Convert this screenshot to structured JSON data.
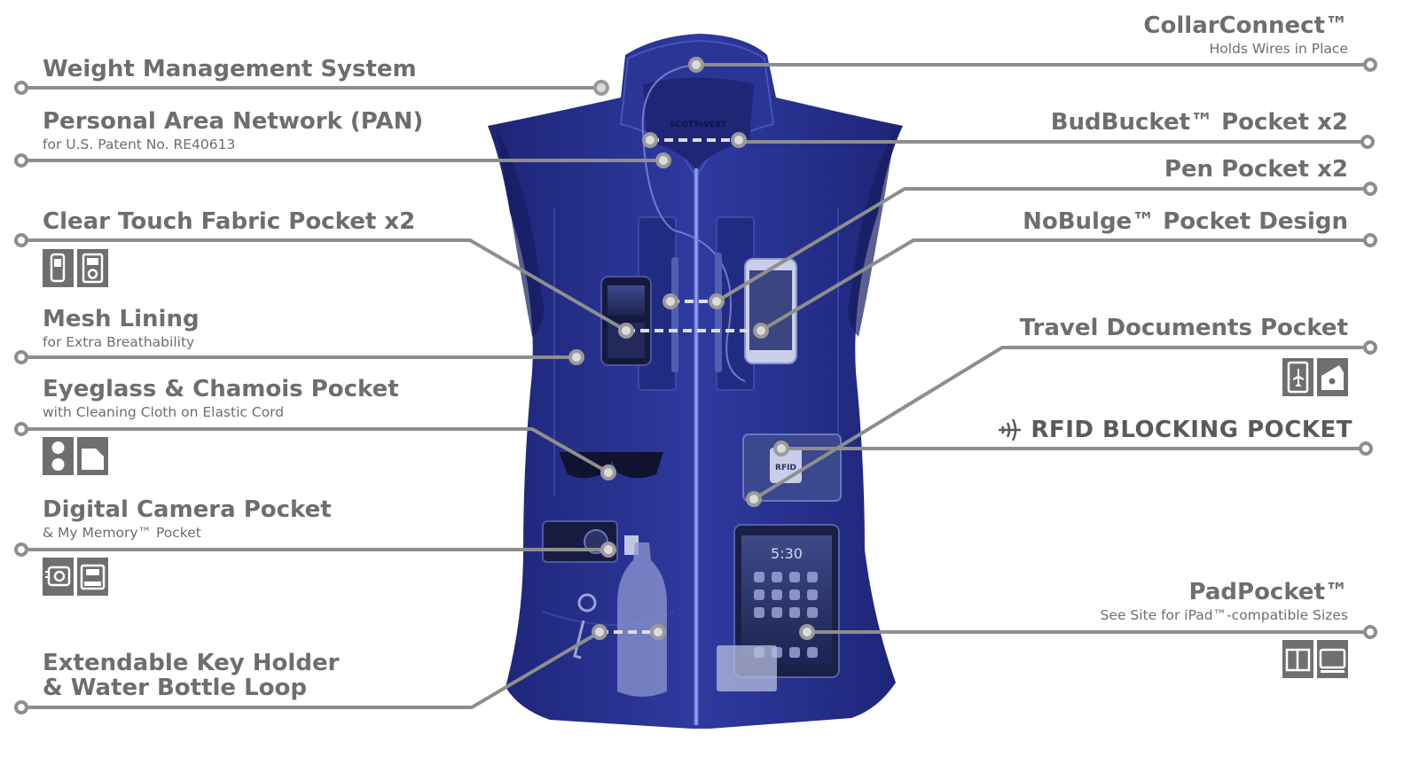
{
  "features_left": [
    {
      "title": "Weight Management System"
    },
    {
      "title": "Personal Area Network (PAN)",
      "subtitle": "for U.S. Patent No. RE40613"
    },
    {
      "title": "Clear Touch Fabric Pocket x2"
    },
    {
      "title": "Mesh Lining",
      "subtitle": "for Extra Breathability"
    },
    {
      "title": "Eyeglass & Chamois Pocket",
      "subtitle": "with Cleaning Cloth on Elastic Cord"
    },
    {
      "title": "Digital Camera Pocket",
      "subtitle": "& My Memory™ Pocket"
    },
    {
      "title_line1": "Extendable Key Holder",
      "title_line2": "& Water Bottle Loop"
    }
  ],
  "features_right": [
    {
      "title": "CollarConnect™",
      "subtitle": "Holds Wires in Place"
    },
    {
      "title": "BudBucket™ Pocket x2"
    },
    {
      "title": "Pen Pocket x2"
    },
    {
      "title": "NoBulge™ Pocket Design"
    },
    {
      "title": "Travel Documents Pocket"
    },
    {
      "title": "RFID BLOCKING POCKET"
    },
    {
      "title": "PadPocket™",
      "subtitle": "See Site for iPad™-compatible Sizes"
    }
  ],
  "vest": {
    "brand": "SCOTTeVEST",
    "ipad_time": "5:30",
    "rfid_label": "RFID"
  },
  "colors": {
    "vest": "#2a3592",
    "vest_dark": "#1a2170",
    "leader_line": "#8e8e8e",
    "text": "#6e6e6e",
    "icon_box": "#6f6f6f"
  },
  "icons": {
    "clear_touch": [
      "phone-icon",
      "music-player-icon"
    ],
    "eyeglass": [
      "glasses-lens-icon",
      "cloth-icon"
    ],
    "camera": [
      "camera-icon",
      "memory-card-icon"
    ],
    "travel": [
      "boarding-pass-icon",
      "passport-icon"
    ],
    "rfid": "rfid-signal-icon",
    "pad": [
      "ebook-icon",
      "tablet-icon"
    ]
  }
}
